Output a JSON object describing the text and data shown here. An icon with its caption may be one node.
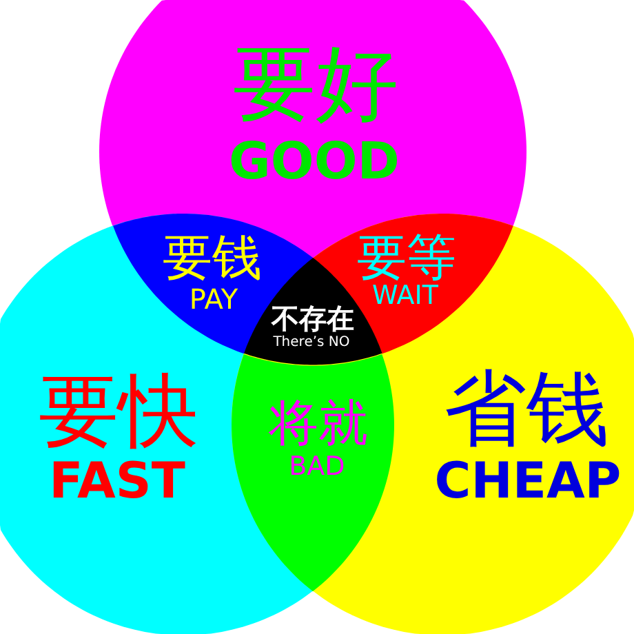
{
  "diagram": {
    "nodes": [
      {
        "text": [
          "要好",
          "GOOD"
        ]
      },
      {
        "text": [
          "要钱",
          "PAY"
        ]
      },
      {
        "text": [
          "要等",
          "WAIT"
        ]
      },
      {
        "text": [
          "不存在",
          "There’s NO"
        ]
      },
      {
        "text": [
          "要快",
          "FAST"
        ]
      },
      {
        "text": [
          "将就",
          "BAD"
        ]
      },
      {
        "text": [
          "省钱",
          "CHEAP"
        ]
      }
    ]
  }
}
